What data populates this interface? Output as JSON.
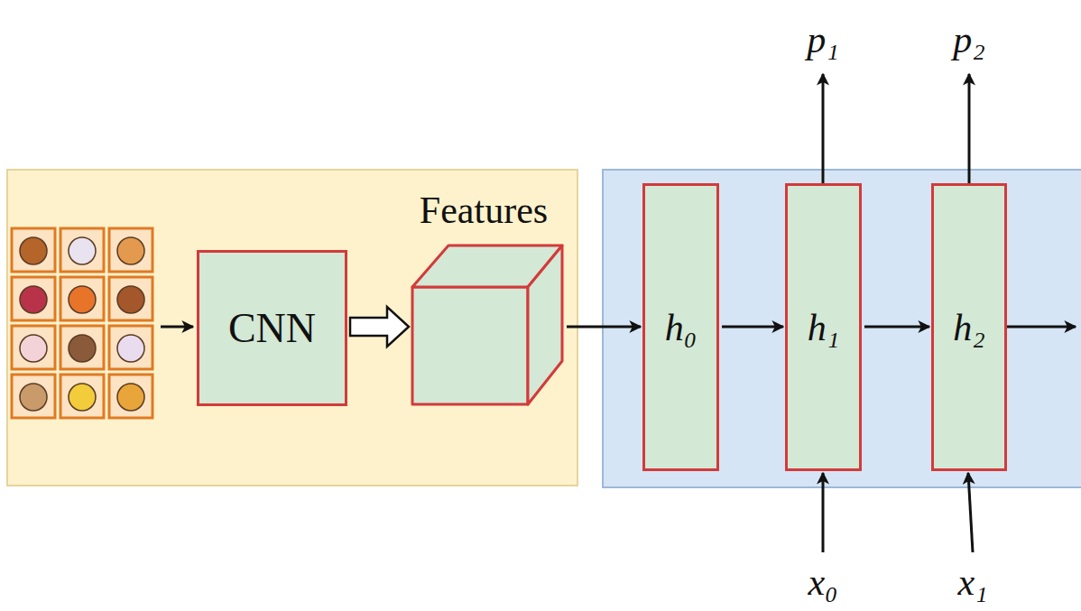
{
  "diagram": {
    "nodes": [
      {
        "text": [
          "CNN"
        ]
      },
      {
        "text": [
          "Features"
        ]
      },
      {
        "text": [
          "h₀"
        ]
      },
      {
        "text": [
          "h₁"
        ]
      },
      {
        "text": [
          "h₂"
        ]
      }
    ],
    "edges": [
      {
        "from": 0,
        "to": 1,
        "arrow": "to"
      },
      {
        "from": 1,
        "to": 2,
        "arrow": "to"
      },
      {
        "from": 2,
        "to": 3,
        "arrow": "to"
      },
      {
        "from": 3,
        "to": 4,
        "arrow": "to"
      }
    ],
    "labels": [
      "p₁",
      "p₂",
      "x₀",
      "x₁"
    ]
  }
}
